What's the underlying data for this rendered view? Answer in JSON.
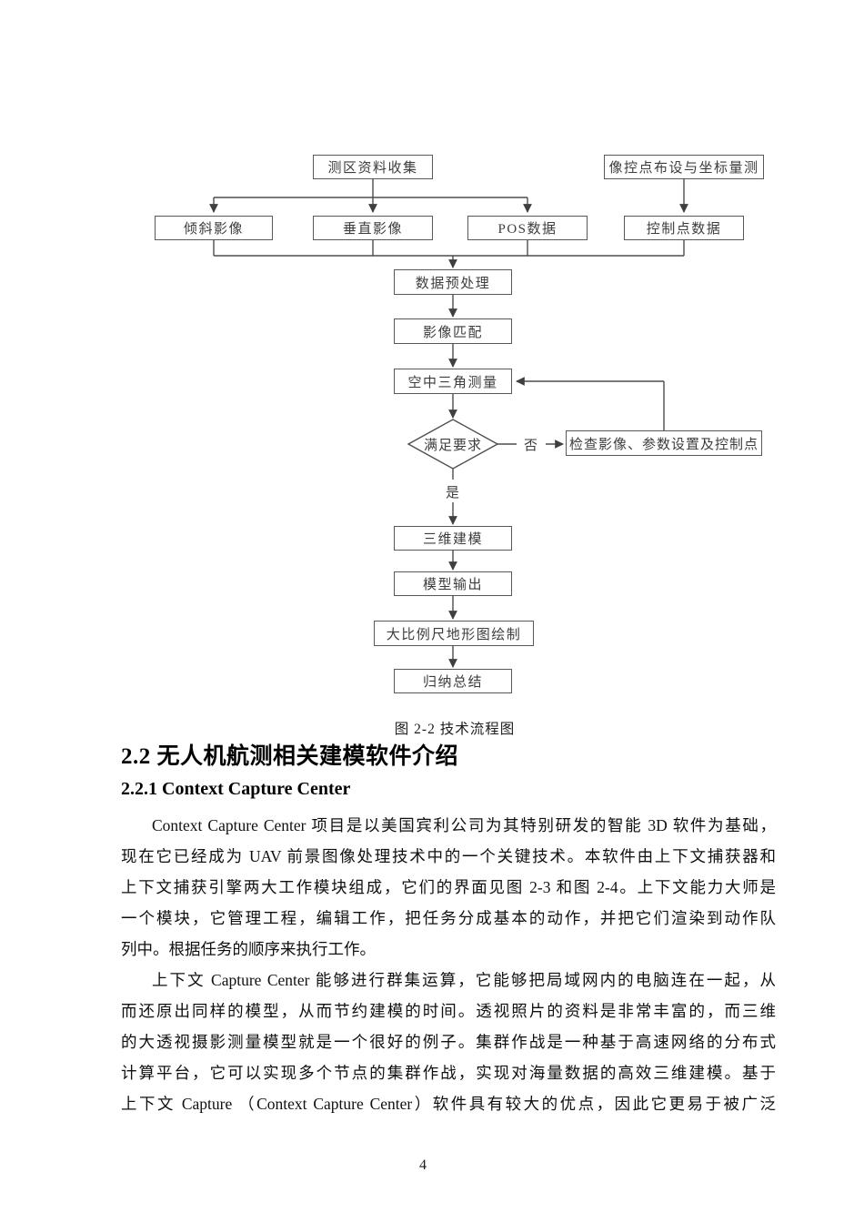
{
  "figure": {
    "caption": "图 2-2 技术流程图",
    "nodes": {
      "collect": "测区资料收集",
      "gcp_survey": "像控点布设与坐标量测",
      "oblique": "倾斜影像",
      "vertical": "垂直影像",
      "pos": "POS数据",
      "control_points": "控制点数据",
      "preprocess": "数据预处理",
      "image_match": "影像匹配",
      "aerial_triangulation": "空中三角测量",
      "decision": "满足要求",
      "check": "检查影像、参数设置及控制点",
      "no_label": "否",
      "yes_label": "是",
      "modeling_3d": "三维建模",
      "model_output": "模型输出",
      "topographic_map": "大比例尺地形图绘制",
      "summary": "归纳总结"
    }
  },
  "sections": {
    "heading_2_2": "2.2 无人机航测相关建模软件介绍",
    "heading_2_2_1": "2.2.1 Context Capture Center"
  },
  "body": {
    "paragraphs": [
      {
        "lines": [
          "Context Capture Center 项目是以美国宾利公司为其特别研发的智能 3D 软件为基础，",
          "现在它已经成为 UAV 前景图像处理技术中的一个关键技术。本软件由上下文捕获器和",
          "上下文捕获引擎两大工作模块组成，它们的界面见图 2-3 和图 2-4。上下文能力大师是",
          "一个模块，它管理工程，编辑工作，把任务分成基本的动作，并把它们渲染到动作队",
          "列中。根据任务的顺序来执行工作。"
        ]
      },
      {
        "lines": [
          "上下文 Capture Center 能够进行群集运算，它能够把局域网内的电脑连在一起，从",
          "而还原出同样的模型，从而节约建模的时间。透视照片的资料是非常丰富的，而三维",
          "的大透视摄影测量模型就是一个很好的例子。集群作战是一种基于高速网络的分布式",
          "计算平台，它可以实现多个节点的集群作战，实现对海量数据的高效三维建模。基于",
          "上下文 Capture （Context Capture Center）软件具有较大的优点，因此它更易于被广泛"
        ]
      }
    ]
  },
  "page": {
    "number": "4"
  }
}
